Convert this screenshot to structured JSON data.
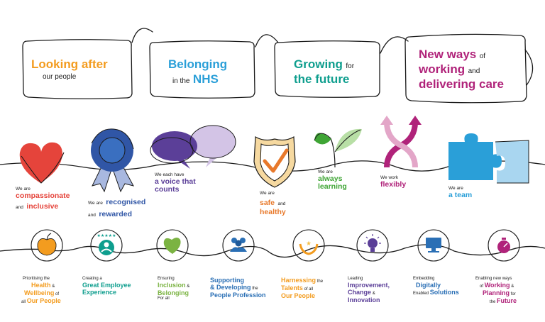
{
  "pillars": [
    {
      "main": "Looking after",
      "sub": "our people",
      "color": "#F39C1F"
    },
    {
      "main": "Belonging",
      "sub1": "in the",
      "main2": "NHS",
      "color": "#2A9FD8"
    },
    {
      "main": "Growing",
      "sub1": "for",
      "main2": "the future",
      "color": "#0E9E8E"
    },
    {
      "line1": "New ways",
      "w1": "of",
      "line2": "working",
      "w2": "and",
      "line3": "delivering care",
      "color": "#B0237A"
    }
  ],
  "promises": [
    {
      "pre": "We are",
      "line1": "compassionate",
      "mid": "and",
      "line2": "inclusive",
      "color": "#E5443B"
    },
    {
      "pre": "We are",
      "line1": "recognised",
      "mid": "and",
      "line2": "rewarded",
      "color": "#3056A6"
    },
    {
      "pre": "We each have",
      "line1": "a voice that",
      "line2": "counts",
      "color": "#5B3F98"
    },
    {
      "pre": "We are",
      "line1": "safe",
      "mid": "and",
      "line2": "healthy",
      "color": "#E8792B"
    },
    {
      "pre": "We are",
      "line1": "always",
      "line2": "learning",
      "color": "#3FA535"
    },
    {
      "pre": "We work",
      "line1": "flexibly",
      "color": "#B0237A"
    },
    {
      "pre": "We are",
      "line1": "a team",
      "color": "#2A9FD8"
    }
  ],
  "themes": [
    {
      "a": "Prioritising the",
      "b": "Health",
      "c": "&",
      "d": "Wellbeing",
      "e": "of",
      "f": "all",
      "g": "Our People",
      "color": "#F39C1F"
    },
    {
      "a": "Creating a",
      "b": "Great Employee",
      "c": "Experience",
      "color": "#0E9E8E"
    },
    {
      "a": "Ensuring",
      "b": "Inclusion",
      "c": "&",
      "d": "Belonging",
      "e": "For all",
      "color": "#7BB342"
    },
    {
      "b": "Supporting",
      "c": "& Developing",
      "d": "the",
      "e": "People Profession",
      "color": "#2A6FB5"
    },
    {
      "b": "Harnessing",
      "c": "the",
      "d": "Talents",
      "e": "of all",
      "f": "Our People",
      "color": "#F39C1F"
    },
    {
      "a": "Leading",
      "b": "Improvement,",
      "c": "Change",
      "d": "&",
      "e": "Innovation",
      "color": "#5B3F98"
    },
    {
      "a": "Embedding",
      "b": "Digitally",
      "c": "Enabled",
      "d": "Solutions",
      "color": "#2A6FB5"
    },
    {
      "a": "Enabling new ways",
      "b": "of",
      "c": "Working",
      "d": "&",
      "e": "Planning",
      "f": "for",
      "g": "the",
      "h": "Future",
      "color": "#B0237A"
    }
  ],
  "icons": {
    "promises": [
      "heart-icon",
      "rosette-icon",
      "speech-bubbles-icon",
      "shield-check-icon",
      "seedling-icon",
      "arrows-helix-icon",
      "puzzle-icon"
    ],
    "themes": [
      "apple-icon",
      "employee-stars-icon",
      "heart-icon",
      "people-group-icon",
      "hands-star-icon",
      "lightbulb-gear-icon",
      "computer-icon",
      "stopwatch-icon"
    ]
  }
}
